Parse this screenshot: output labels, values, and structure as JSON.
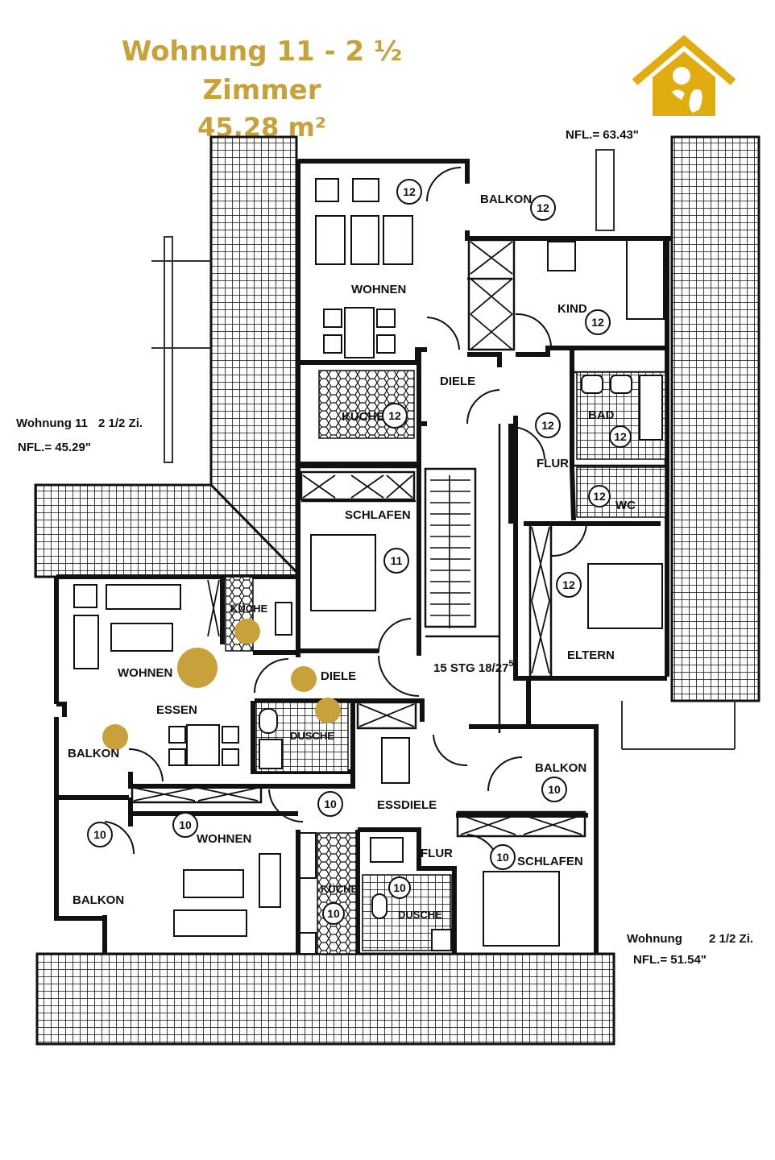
{
  "header": {
    "title_line1": "Wohnung 11 - 2 ½ Zimmer",
    "title_line2": "45,28 m²"
  },
  "brand": {
    "logo_icon": "house-person-logo-icon",
    "accent_color": "#c9a13a"
  },
  "plan": {
    "nfl_top": "NFL.= 63.43\"",
    "unit_left": {
      "name": "Wohnung 11",
      "rooms": "2 1/2 Zi.",
      "nfl": "NFL.= 45.29\""
    },
    "unit_right": {
      "name": "Wohnung",
      "rooms": "2 1/2 Zi.",
      "nfl": "NFL.= 51.54\""
    },
    "stair": "15 STG 18/27",
    "stair_sup": "5",
    "rooms": {
      "wohnen_top": "WOHNEN",
      "balkon_top": "BALKON",
      "kind": "KIND",
      "diele_top": "DIELE",
      "kueche_top": "KÜCHE",
      "bad": "BAD",
      "flur_top": "FLUR",
      "wc": "WC",
      "schlafen_top": "SCHLAFEN",
      "eltern": "ELTERN",
      "kueche_left": "KÜCHE",
      "wohnen_left": "WOHNEN",
      "essen": "ESSEN",
      "diele_left": "DIELE",
      "balkon_left": "BALKON",
      "dusche_left": "DUSCHE",
      "essdiele": "ESSDIELE",
      "balkon_right": "BALKON",
      "wohnen_bottom": "WOHNEN",
      "balkon_bottom": "BALKON",
      "flur_bottom": "FLUR",
      "schlafen_bottom": "SCHLAFEN",
      "kueche_bottom": "KÜCHE",
      "dusche_bottom": "DUSCHE"
    },
    "badges": {
      "n12": "12",
      "n11": "11",
      "n10": "10"
    }
  }
}
